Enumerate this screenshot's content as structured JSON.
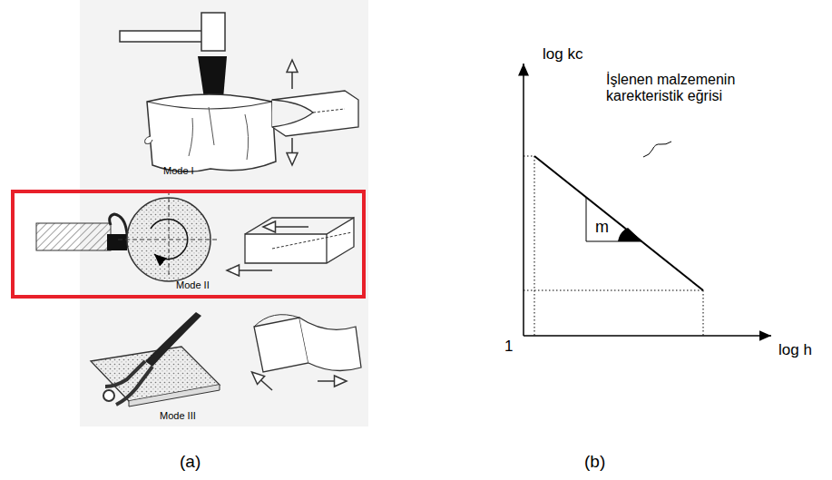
{
  "diagram": {
    "nodes": [
      {
        "text": [
          "Mode II"
        ]
      }
    ],
    "labels": [
      "Mode I",
      "Mode III",
      "log kc",
      "log h",
      "1",
      "m",
      "İşlenen malzemenin karekteristik eğrisi",
      "(a)",
      "(b)"
    ]
  }
}
